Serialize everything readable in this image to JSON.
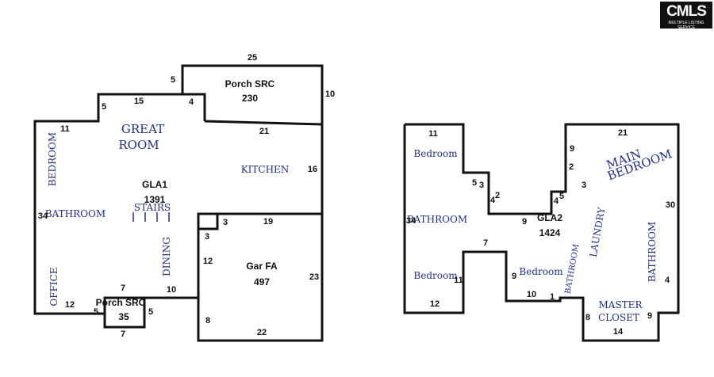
{
  "logo": {
    "text": "CMLS",
    "subtext": "MULTIPLE LISTING SERVICE"
  },
  "plan1": {
    "areas": {
      "gla1_name": "GLA1",
      "gla1_value": "1391",
      "porch_top_name": "Porch SRC",
      "porch_top_value": "230",
      "garage_name": "Gar FA",
      "garage_value": "497",
      "porch_bottom_name": "Porch SRC",
      "porch_bottom_value": "35"
    },
    "rooms": {
      "great": "GREAT",
      "room": "ROOM",
      "kitchen": "KITCHEN",
      "bedroom": "BEDROOM",
      "bathroom": "BATHROOM",
      "stairs": "STAIRS",
      "office": "OFFICE",
      "dining": "DINING"
    },
    "dims": {
      "d25": "25",
      "d5a": "5",
      "d10a": "10",
      "d15": "15",
      "d5b": "5",
      "d4": "4",
      "d11": "11",
      "d21": "21",
      "d16": "16",
      "d34": "34",
      "d19": "19",
      "d3a": "3",
      "d3b": "3",
      "d12": "12",
      "d23": "23",
      "d7a": "7",
      "d10b": "10",
      "d5c": "5",
      "d5d": "5",
      "d7b": "7",
      "d8": "8",
      "d22": "22",
      "d12b": "12"
    }
  },
  "plan2": {
    "areas": {
      "gla2_name": "GLA2",
      "gla2_value": "1424"
    },
    "rooms": {
      "bedroom_tl": "Bedroom",
      "bathroom": "BATHROOM",
      "bedroom_bl": "Bedroom",
      "bedroom_mid": "Bedroom",
      "main": "MAIN",
      "main_bedroom": "BEDROOM",
      "laundry": "LAUNDRY",
      "bathroom_r": "BATHROOM",
      "bathroom_small": "BATHROOM",
      "master": "MASTER",
      "closet": "CLOSET"
    },
    "dims": {
      "d11a": "11",
      "d34": "34",
      "d5a": "5",
      "d3a": "3",
      "d4a": "4",
      "d2a": "2",
      "d9a": "9",
      "d4b": "4",
      "d5b": "5",
      "d9b": "9",
      "d21": "21",
      "d2b": "2",
      "d3b": "3",
      "d30": "30",
      "d7": "7",
      "d11b": "11",
      "d12": "12",
      "d9c": "9",
      "d10": "10",
      "d1": "1",
      "d8": "8",
      "d9d": "9",
      "d4c": "4",
      "d14": "14"
    }
  }
}
